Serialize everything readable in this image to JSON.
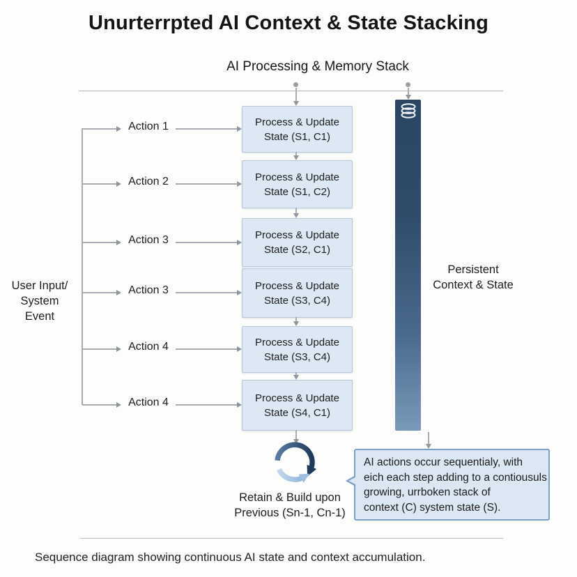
{
  "title": "Unurterrpted AI Context & State Stacking",
  "lane_header": "AI Processing & Memory Stack",
  "source_label": {
    "line1": "User Input/",
    "line2": "System Event"
  },
  "actions": [
    "Action 1",
    "Action 2",
    "Action 3",
    "Action 3",
    "Action 4",
    "Action 4"
  ],
  "boxes": [
    {
      "line1": "Process & Update",
      "line2": "State (S1, C1)"
    },
    {
      "line1": "Process & Update",
      "line2": "State (S1, C2)"
    },
    {
      "line1": "Process & Update",
      "line2": "State (S2, C1)"
    },
    {
      "line1": "Process & Update",
      "line2": "State (S3, C4)"
    },
    {
      "line1": "Process & Update",
      "line2": "State (S3, C4)"
    },
    {
      "line1": "Process & Update",
      "line2": "State (S4, C1)"
    }
  ],
  "persistent": {
    "icon": "database-icon",
    "label_line1": "Persistent",
    "label_line2": "Context & State",
    "bar_top_color": "#2a4663",
    "bar_bottom_color": "#7a99ba"
  },
  "cycle": {
    "icon": "cycle-arrows-icon",
    "caption_line1": "Retain & Build upon",
    "caption_line2": "Previous (Sn-1, Cn-1)"
  },
  "note": {
    "lines": [
      "AI actions occur sequentialy, with",
      "eich each step adding to a contiousuls",
      "growing, urrboken stack of",
      "context (C) system state (S)."
    ],
    "fill_color": "#dbe7f3",
    "border_color": "#7ba0c8"
  },
  "footer_caption": "Sequence diagram showing continuous AI state and context accumulation.",
  "colors": {
    "box_fill": "#dce8f4",
    "box_border": "#b7c7d8",
    "connector": "#9aa0a6",
    "rule": "#b3b3b3",
    "text": "#1b1b1b"
  }
}
